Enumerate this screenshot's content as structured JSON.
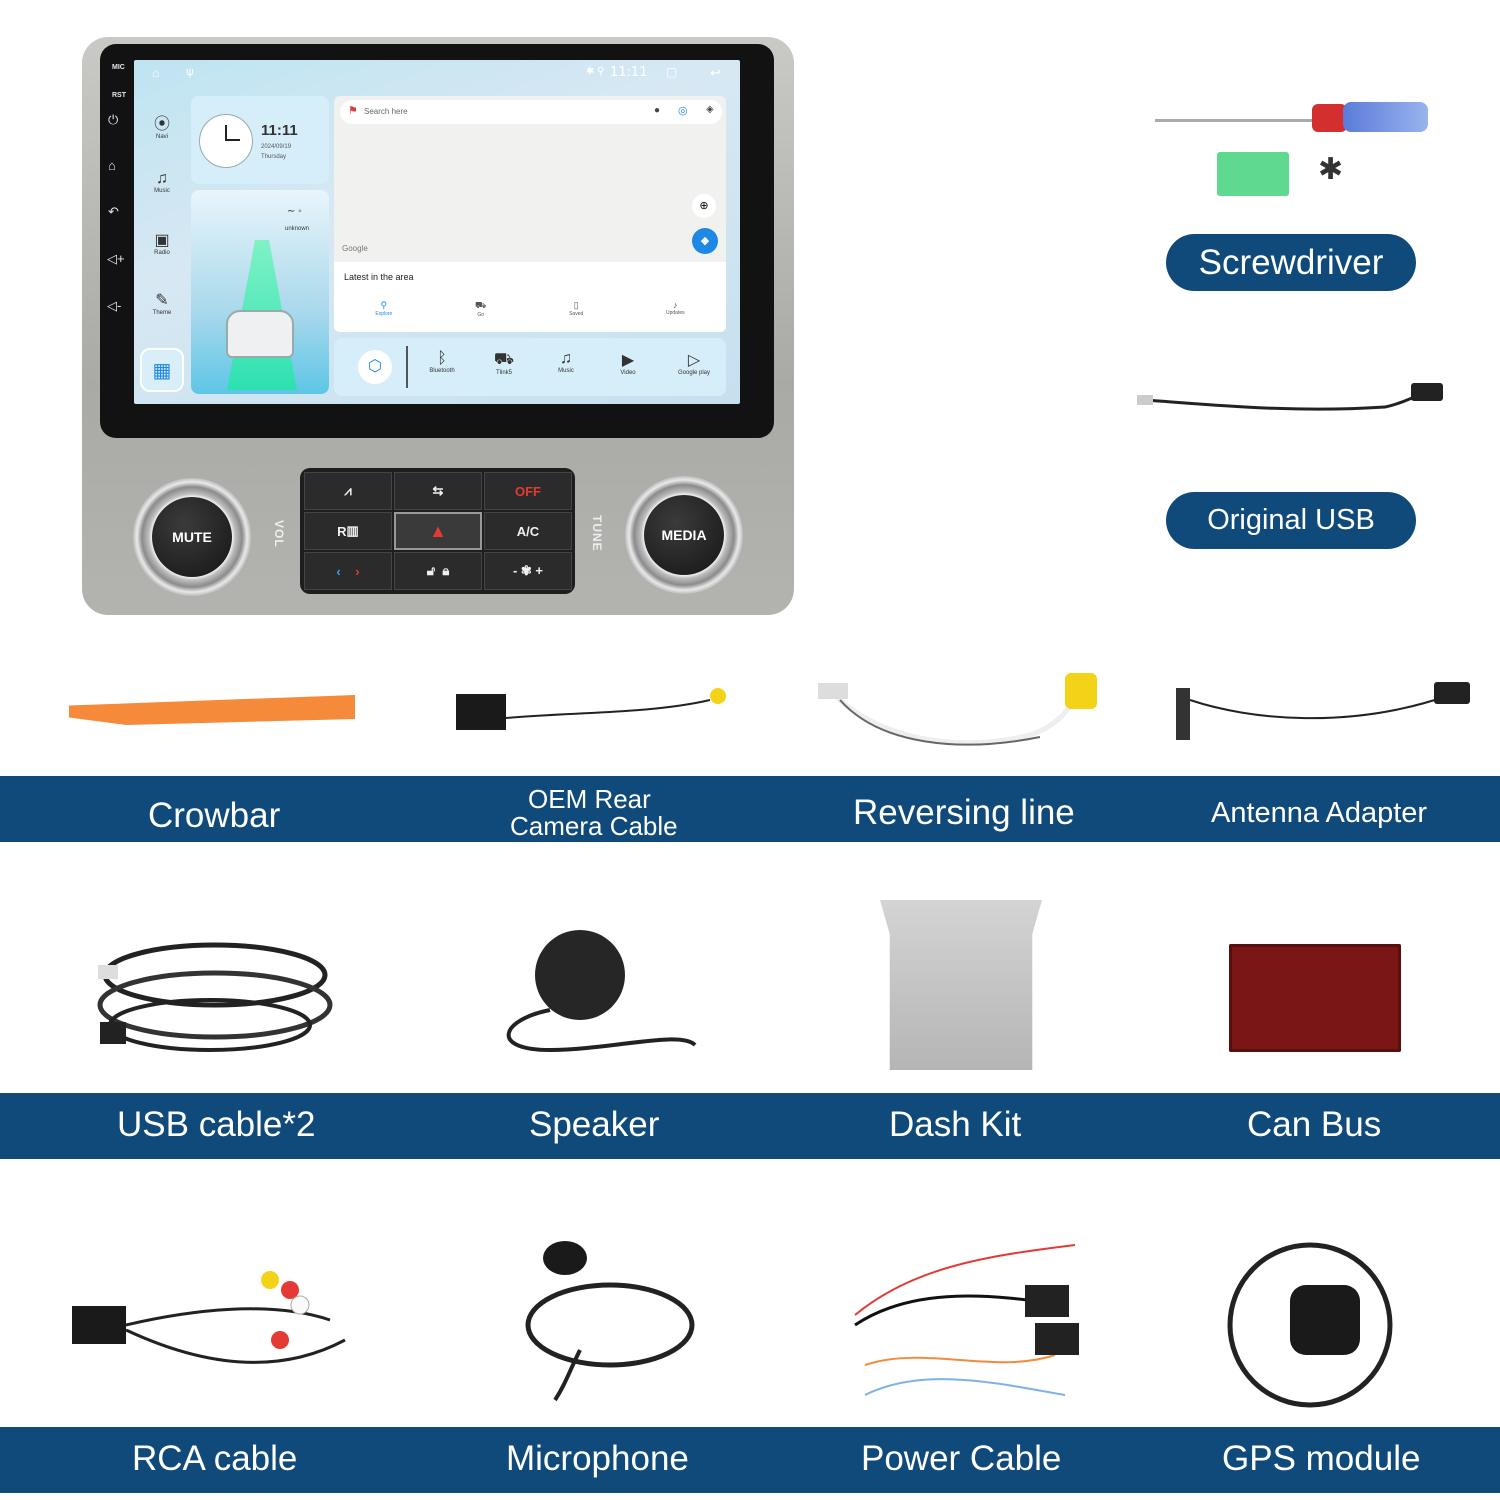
{
  "unit": {
    "side_labels": [
      "MIC",
      "RST"
    ],
    "status_time": "11:11",
    "clock": {
      "time": "11:11",
      "date": "2024/09/19",
      "day": "Thursday"
    },
    "media": {
      "title": "unknown"
    },
    "nav_items": [
      "Navi",
      "Music",
      "Radio",
      "Theme"
    ],
    "map": {
      "search_placeholder": "Search here",
      "google": "Google",
      "latest": "Latest in the area",
      "tabs": [
        "Explore",
        "Go",
        "Saved",
        "Updates"
      ]
    },
    "dock": [
      "Bluetooth",
      "Tlink5",
      "Music",
      "Video",
      "Google play"
    ],
    "knobs": {
      "left": "MUTE",
      "left_side": "VOL",
      "right": "MEDIA",
      "right_side": "TUNE"
    },
    "controls": {
      "off": "OFF",
      "ac": "A/C",
      "rear": "R"
    }
  },
  "accessories": {
    "screwdriver": "Screwdriver",
    "original_usb": "Original USB",
    "row1": [
      "Crowbar",
      "OEM Rear",
      "Camera Cable",
      "Reversing line",
      "Antenna Adapter"
    ],
    "row2": [
      "USB cable*2",
      "Speaker",
      "Dash Kit",
      "Can Bus"
    ],
    "row3": [
      "RCA cable",
      "Microphone",
      "Power Cable",
      "GPS module"
    ]
  },
  "colors": {
    "band": "#0f4a7a",
    "accent": "#1e88e5"
  }
}
